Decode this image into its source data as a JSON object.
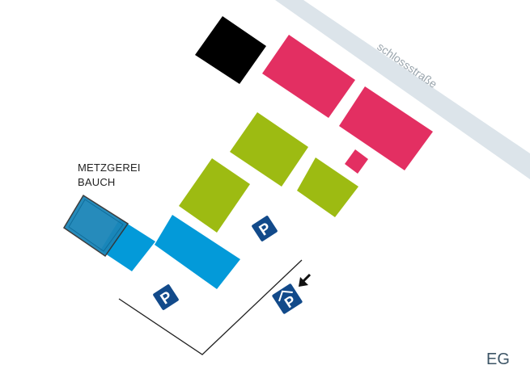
{
  "map": {
    "street": {
      "name": "schlossstraße"
    },
    "shop": {
      "line1": "METZGEREI",
      "line2": "BAUCH"
    },
    "floor": "EG",
    "parking": {
      "symbol": "P"
    },
    "colors": {
      "street": "#dce4ea",
      "street_text": "#9aa5ad",
      "black": "#000000",
      "pink": "#e32f62",
      "green": "#9dbb12",
      "blue": "#039ad9",
      "shop_blue": "#1b85b8",
      "parking_blue": "#124a8a",
      "outline": "#333333"
    }
  }
}
